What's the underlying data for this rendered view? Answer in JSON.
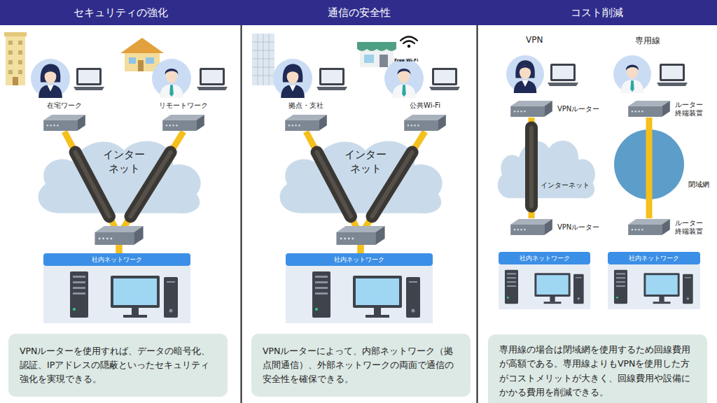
{
  "diagram": {
    "nodes": [
      {
        "text": [
          "セキュリティの強化"
        ]
      },
      {
        "text": [
          "在宅ワーク"
        ]
      },
      {
        "text": [
          "リモートワーク"
        ]
      },
      {
        "text": [
          "インター ネット"
        ]
      },
      {
        "text": [
          "社内ネットワーク"
        ]
      },
      {
        "text": [
          "VPNルーターを使用すれば、データの暗号化、認証、IPアドレスの隠蔽といったセキュリティ強化を実現できる。"
        ]
      },
      {
        "text": [
          "通信の安全性"
        ]
      },
      {
        "text": [
          "拠点・支社"
        ]
      },
      {
        "text": [
          "公共Wi-Fi"
        ]
      },
      {
        "text": [
          "インター ネット"
        ]
      },
      {
        "text": [
          "社内ネットワーク"
        ]
      },
      {
        "text": [
          "VPNルーターによって、内部ネットワーク（拠点間通信）、外部ネットワークの両面で通信の安全性を確保できる。"
        ]
      },
      {
        "text": [
          "コスト削減"
        ]
      },
      {
        "text": [
          "VPNルーター"
        ]
      },
      {
        "text": [
          "インターネット"
        ]
      },
      {
        "text": [
          "VPNルーター"
        ]
      },
      {
        "text": [
          "社内ネットワーク"
        ]
      },
      {
        "text": [
          "ルーター 終端装置"
        ]
      },
      {
        "text": [
          "閉域網"
        ]
      },
      {
        "text": [
          "ルーター 終端装置"
        ]
      },
      {
        "text": [
          "社内ネットワーク"
        ]
      },
      {
        "text": [
          "専用線の場合は閉域網を使用するため回線費用が高額である。専用線よりもVPNを使用した方がコストメリットが大きく、回線費用や設備にかかる費用を削減できる。"
        ]
      }
    ],
    "edges": [
      {
        "from": 1,
        "to": 4,
        "arrow": "none"
      },
      {
        "from": 2,
        "to": 4,
        "arrow": "none"
      },
      {
        "from": 7,
        "to": 10,
        "arrow": "none"
      },
      {
        "from": 8,
        "to": 10,
        "arrow": "none"
      },
      {
        "from": 13,
        "to": 15,
        "arrow": "none"
      },
      {
        "from": 17,
        "to": 19,
        "arrow": "none"
      }
    ],
    "labels": [
      "VPN",
      "専用線",
      "Free Wi-Fi"
    ]
  }
}
